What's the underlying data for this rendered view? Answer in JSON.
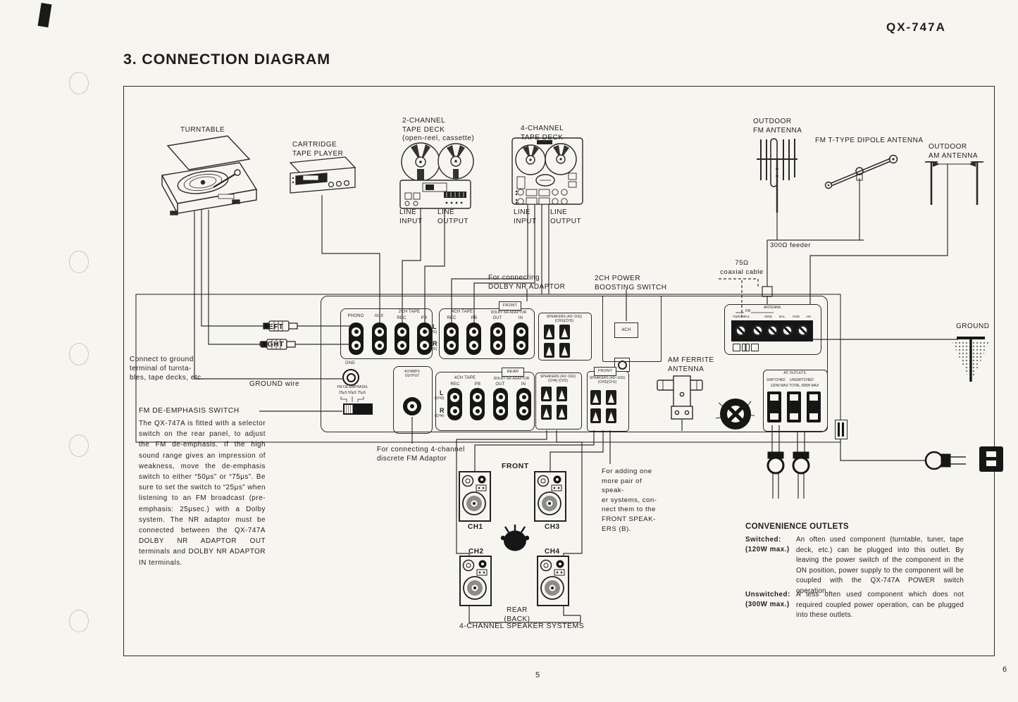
{
  "page": {
    "model": "QX-747A",
    "heading": "3. CONNECTION DIAGRAM",
    "page_number_left": "5",
    "page_number_right": "6"
  },
  "devices": {
    "turntable": "TURNTABLE",
    "cartridge": "CARTRIDGE\nTAPE PLAYER",
    "deck2": "2-CHANNEL\nTAPE DECK\n(open-reel, cassette)",
    "deck4": "4-CHANNEL\nTAPE DECK",
    "line_input": "LINE\nINPUT",
    "line_output": "LINE\nOUTPUT",
    "fm_outdoor": "OUTDOOR\nFM ANTENNA",
    "fm_dipole": "FM T-TYPE DIPOLE ANTENNA",
    "am_outdoor": "OUTDOOR\nAM ANTENNA",
    "am_ferrite": "AM FERRITE\nANTENNA",
    "feeder": "300Ω feeder",
    "coax": "75Ω\ncoaxial cable",
    "ground": "GROUND",
    "ground_wire": "GROUND wire",
    "left": "LEFT",
    "right": "RIGHT"
  },
  "notes": {
    "dolby": "For connecting\nDOLBY NR ADAPTOR",
    "boost": "2CH POWER\nBOOSTING SWITCH",
    "ground_terminal": "Connect to ground\nterminal of turnta-\nbles, tape decks, etc.",
    "fm_adaptor": "For connecting 4-channel\ndiscrete FM Adaptor",
    "adding": "For adding one\nmore pair of speak-\ner systems, con-\nnect them to the\nFRONT SPEAK-\nERS (B).",
    "deemphasis_title": "FM DE-EMPHASIS SWITCH",
    "deemphasis_body": "The QX-747A is fitted with a selector switch on the rear panel, to adjust the FM de-emphasis. If the high sound range gives an impression of weakness, move the de-emphasis switch to either “50μs” or “75μs”. Be sure to set the switch to “25μs” when listening to an FM broadcast (pre-emphasis: 25μsec.) with a Dolby system. The NR adaptor must be connected between the QX-747A DOLBY NR ADAPTOR OUT terminals and DOLBY NR ADAPTOR IN terminals."
  },
  "speakers": {
    "front": "FRONT",
    "rear": "REAR\n(BACK)",
    "ch1": "CH1",
    "ch2": "CH2",
    "ch3": "CH3",
    "ch4": "CH4",
    "caption": "4-CHANNEL SPEAKER SYSTEMS"
  },
  "panel": {
    "phono": "PHONO",
    "aux": "AUX",
    "tape2": "2CH TAPE",
    "rec": "REC",
    "pb": "PB",
    "l": "L",
    "r": "R",
    "ch1": "(CH1)",
    "ch2": "(CH2)",
    "ch3": "(CH3)",
    "ch4": "(CH4)",
    "tape4": "4CH TAPE",
    "dolby": "DOLBY NR ADAPTOR",
    "out": "OUT",
    "in": "IN",
    "front_tag": "FRONT",
    "rear_tag": "REAR",
    "spk_a": "SPEAKERS (4Ω~16Ω)\n(CH3)(CH1)",
    "spk_rear": "SPEAKERS (4Ω~16Ω)\n(CH4) (CH2)",
    "spk_front": "SPEAKERS (4Ω~16Ω)\n(CH3)(CH1)",
    "gnd": "GND",
    "fm_de": "FM DE-EMPHASIS",
    "us": "25μS 50μS 75μS",
    "mpx": "4CH/MPX\nOUTPUT",
    "boost4": "4CH",
    "antenna": "ANTENNA",
    "fm": "FM",
    "t75": "75Ω/UNBAL",
    "t300": "300Ω",
    "bal": "BAL",
    "tgnd": "GND",
    "tam": "AM",
    "ac": "AC OUTLETS",
    "switched": "SWITCHED",
    "unswitched": "UNSWITCHED",
    "watts": "120W MAX TOTAL 300W MAX"
  },
  "convenience": {
    "title": "CONVENIENCE OUTLETS",
    "rows": [
      {
        "term": "Switched:\n(120W max.)",
        "desc": "An often used component (turntable, tuner, tape deck, etc.) can be plugged into this outlet. By leaving the power switch of the component in the ON position, power supply to the component will be coupled with the QX-747A POWER switch operation."
      },
      {
        "term": "Unswitched:\n(300W max.)",
        "desc": "A less often used component which does not required coupled power operation, can be plugged into these outlets."
      }
    ]
  }
}
